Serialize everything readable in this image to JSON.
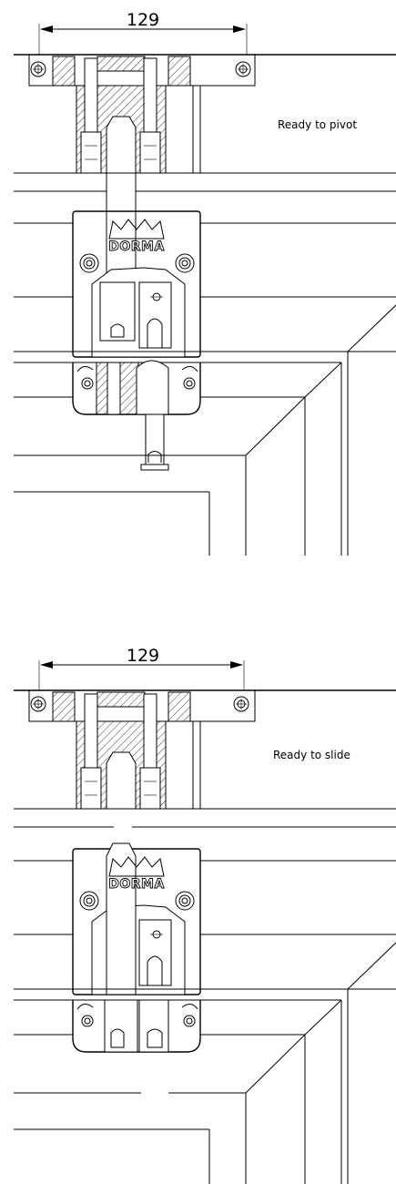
{
  "diagrams": [
    {
      "dimension": "129",
      "state_label": "Ready to pivot",
      "logo_text": "DORMA"
    },
    {
      "dimension": "129",
      "state_label": "Ready to slide",
      "logo_text": "DORMA"
    }
  ],
  "colors": {
    "line": "#000000",
    "background": "#ffffff"
  },
  "icons": [
    "dorma-crown-logo",
    "fixing-screw-icon",
    "dimension-arrow-icon"
  ]
}
